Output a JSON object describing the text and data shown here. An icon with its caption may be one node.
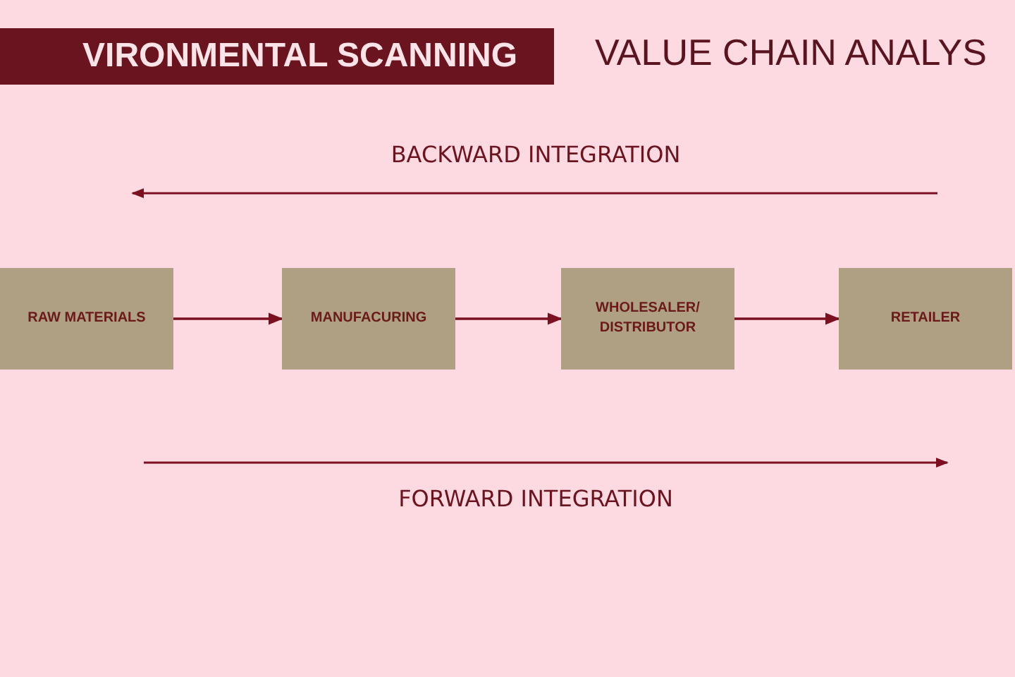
{
  "diagram": {
    "nodes": [
      {
        "text": [
          "RAW MATERIALS"
        ]
      },
      {
        "text": [
          "MANUFACURING"
        ]
      },
      {
        "text": [
          "WHOLESALER/ DISTRIBUTOR"
        ]
      },
      {
        "text": [
          "RETAILER"
        ]
      }
    ],
    "edges": [
      {
        "from": 0,
        "to": 1,
        "arrow": "to"
      },
      {
        "from": 1,
        "to": 2,
        "arrow": "to"
      },
      {
        "from": 2,
        "to": 3,
        "arrow": "to"
      }
    ],
    "labels": [
      "VIRONMENTAL SCANNING",
      "VALUE CHAIN ANALYS",
      "BACKWARD INTEGRATION",
      "FORWARD INTEGRATION"
    ]
  }
}
